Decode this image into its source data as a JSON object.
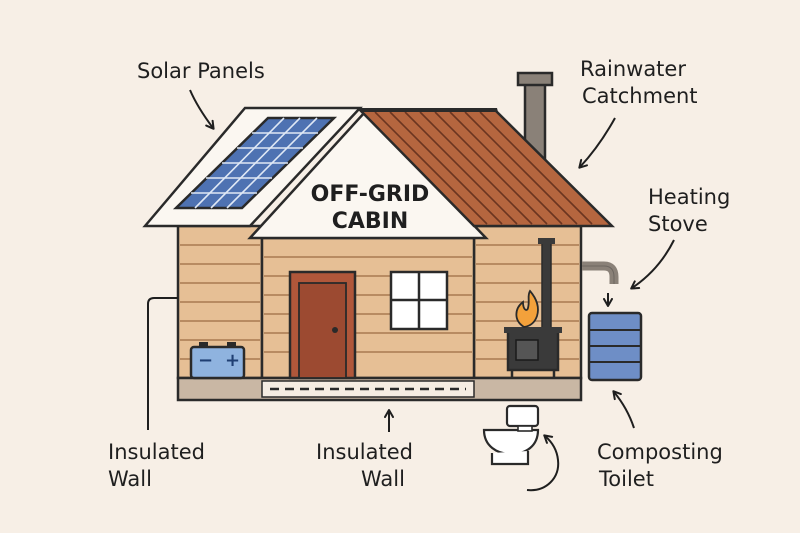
{
  "title": {
    "line1": "OFF-GRID",
    "line2": "CABIN"
  },
  "labels": {
    "solar_panels": "Solar Panels",
    "rainwater_line1": "Rainwater",
    "rainwater_line2": "Catchment",
    "heating_line1": "Heating",
    "heating_line2": "Stove",
    "insulated_wall_left_line1": "Insulated",
    "insulated_wall_left_line2": "Wall",
    "insulated_wall_center_line1": "Insulated",
    "insulated_wall_center_line2": "Wall",
    "composting_line1": "Composting",
    "composting_line2": "Toilet"
  },
  "battery_symbols": {
    "minus": "−",
    "plus": "+"
  },
  "colors": {
    "background": "#f7efe6",
    "wood_siding": "#e6bf95",
    "roof": "#b5663f",
    "door": "#b0573a",
    "solar_panel": "#4e72b2",
    "rain_barrel": "#6e8ec6",
    "battery": "#8fb3df",
    "stove": "#3a3a3a",
    "flame": "#f3a13b",
    "chimney": "#8a8178",
    "outline": "#2a2a2a"
  }
}
